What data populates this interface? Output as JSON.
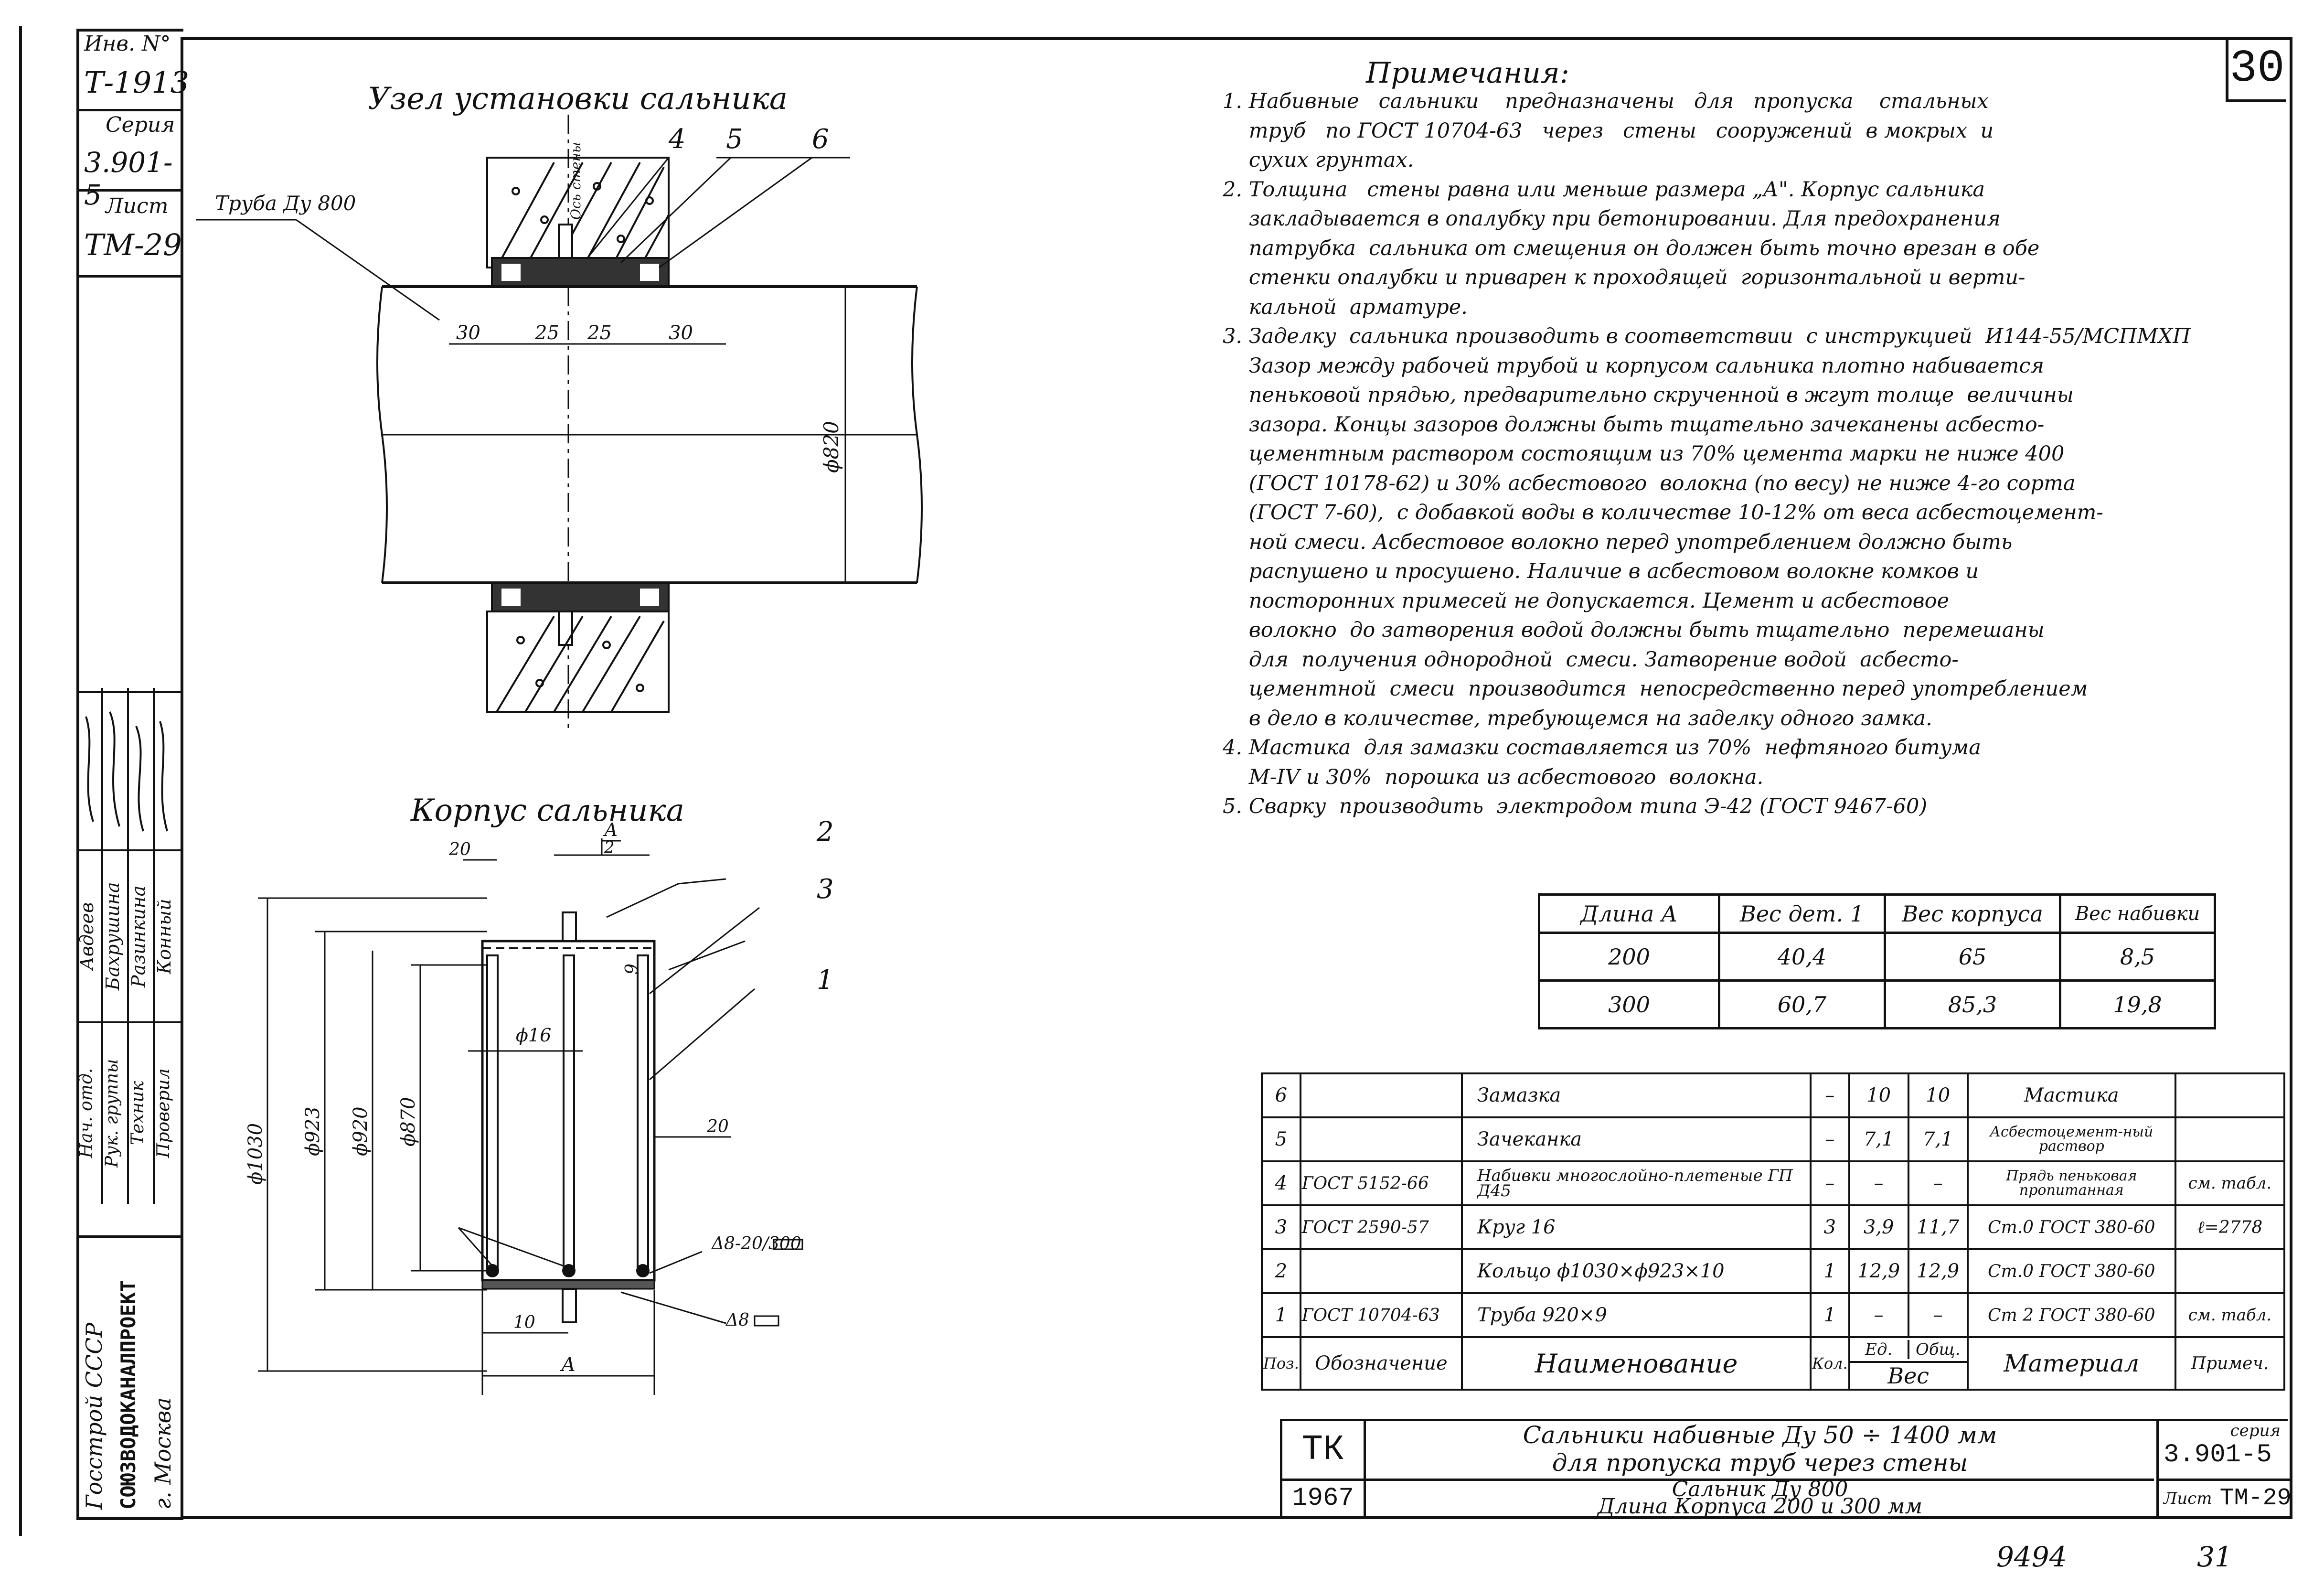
{
  "sheet_number": "30",
  "footer_left": "9494",
  "footer_right": "31",
  "stamp": {
    "inv_label": "Инв. N°",
    "inv_value": "Т-1913",
    "series_label": "Серия",
    "series_value": "3.901-5",
    "sheet_label": "Лист",
    "sheet_value": "ТМ-29"
  },
  "sidebar": {
    "roles": [
      "Нач. отд.",
      "Рук. группы",
      "Техник",
      "Проверил"
    ],
    "names": [
      "Авдеев",
      "Бахрушина",
      "Разинкина",
      "Конный"
    ],
    "org": [
      "Госстрой СССР",
      "СОЮЗВОДОКАНАЛПРОЕКТ",
      "г. Москва"
    ]
  },
  "drawing1": {
    "title": "Узел установки сальника",
    "pipe_label": "Труба Ду 800",
    "wall_axis": "Ось стены",
    "callouts": [
      "4",
      "5",
      "6"
    ],
    "dims": [
      "30",
      "25",
      "25",
      "30"
    ],
    "diameter": "ϕ820"
  },
  "drawing2": {
    "title": "Корпус сальника",
    "callouts": [
      "2",
      "3",
      "1"
    ],
    "dims_top": [
      "20",
      "А",
      "2",
      "9"
    ],
    "phi16": "ϕ16",
    "d1030": "ϕ1030",
    "d923": "ϕ923",
    "d920": "ϕ920",
    "d870": "ϕ870",
    "dim20": "20",
    "weld1": "Δ8-20/300",
    "weld2": "Δ8",
    "dim10": "10",
    "dimA": "А"
  },
  "notes": {
    "title": "Примечания:",
    "lines": [
      "1. Набивные   сальники    предназначены   для   пропуска    стальных",
      "    труб   по ГОСТ 10704-63   через   стены   сооружений  в мокрых  и",
      "    сухих грунтах.",
      "2. Толщина   стены равна или меньше размера „А\". Корпус сальника",
      "    закладывается в опалубку при бетонировании. Для предохранения",
      "    патрубка  сальника от смещения он должен быть точно врезан в обе",
      "    стенки опалубки и приварен к проходящей  горизонтальной и верти-",
      "    кальной  арматуре.",
      "3. Заделку  сальника производить в соответствии  с инструкцией  И144-55/МСПМХП",
      "    Зазор между рабочей трубой и корпусом сальника плотно набивается",
      "    пеньковой прядью, предварительно скрученной в жгут толще  величины",
      "    зазора. Концы зазоров должны быть тщательно зачеканены асбесто-",
      "    цементным раствором состоящим из 70% цемента марки не ниже 400",
      "    (ГОСТ 10178-62) и 30% асбестового  волокна (по весу) не ниже 4-го сорта",
      "    (ГОСТ 7-60),  с добавкой воды в количестве 10-12% от веса асбестоцемент-",
      "    ной смеси. Асбестовое волокно перед употреблением должно быть",
      "    распушено и просушено. Наличие в асбестовом волокне комков и",
      "    посторонних примесей не допускается. Цемент и асбестовое",
      "    волокно  до затворения водой должны быть тщательно  перемешаны",
      "    для  получения однородной  смеси. Затворение водой  асбесто-",
      "    цементной  смеси  производится  непосредственно перед употреблением",
      "    в дело в количестве, требующемся на заделку одного замка.",
      "4. Мастика  для замазки составляется из 70%  нефтяного битума",
      "    М-IV и 30%  порошка из асбестового  волокна.",
      "5. Сварку  производить  электродом типа Э-42 (ГОСТ 9467-60)"
    ]
  },
  "weights_table": {
    "headers": [
      "Длина А",
      "Вес дет. 1",
      "Вес корпуса",
      "Вес набивки"
    ],
    "rows": [
      [
        "200",
        "40,4",
        "65",
        "8,5"
      ],
      [
        "300",
        "60,7",
        "85,3",
        "19,8"
      ]
    ]
  },
  "spec_table": {
    "rows": [
      {
        "pos": "6",
        "doc": "",
        "name": "Замазка",
        "qty": "–",
        "unit": "10",
        "total": "10",
        "material": "Мастика",
        "note": ""
      },
      {
        "pos": "5",
        "doc": "",
        "name": "Зачеканка",
        "qty": "–",
        "unit": "7,1",
        "total": "7,1",
        "material": "Асбестоцемент-ный раствор",
        "note": ""
      },
      {
        "pos": "4",
        "doc": "ГОСТ 5152-66",
        "name": "Набивки многослойно-плетеные ГП Д45",
        "qty": "–",
        "unit": "–",
        "total": "–",
        "material": "Прядь пеньковая пропитанная",
        "note": "см. табл."
      },
      {
        "pos": "3",
        "doc": "ГОСТ 2590-57",
        "name": "Круг 16",
        "qty": "3",
        "unit": "3,9",
        "total": "11,7",
        "material": "Ст.0 ГОСТ 380-60",
        "note": "ℓ=2778"
      },
      {
        "pos": "2",
        "doc": "",
        "name": "Кольцо ϕ1030×ϕ923×10",
        "qty": "1",
        "unit": "12,9",
        "total": "12,9",
        "material": "Ст.0 ГОСТ 380-60",
        "note": ""
      },
      {
        "pos": "1",
        "doc": "ГОСТ 10704-63",
        "name": "Труба 920×9",
        "qty": "1",
        "unit": "–",
        "total": "–",
        "material": "Ст 2 ГОСТ 380-60",
        "note": "см. табл."
      }
    ],
    "headers": {
      "pos": "Поз.",
      "doc": "Обозначение",
      "name": "Наименование",
      "qty": "Кол.",
      "unit": "Ед.",
      "total": "Общ.",
      "weight": "Вес",
      "material": "Материал",
      "note": "Примеч."
    }
  },
  "title_block": {
    "code": "ТК",
    "year": "1967",
    "title_line1": "Сальники  набивные  Ду 50 ÷ 1400 мм",
    "title_line2": "для пропуска  труб  через  стены",
    "series_label": "серия",
    "series_value": "3.901-5",
    "subtitle_line1": "Сальник Ду 800",
    "subtitle_line2": "Длина  Корпуса  200 и 300 мм",
    "sheet_label": "Лист",
    "sheet_value": "ТМ-29"
  }
}
